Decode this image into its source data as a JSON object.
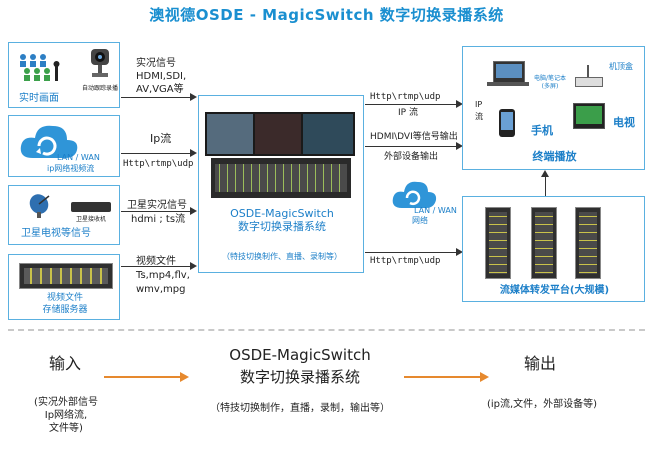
{
  "title": "澳视德OSDE - MagicSwitch 数字切换录播系统",
  "inputs": {
    "live": {
      "label": "实时画面",
      "signal": [
        "实况信号",
        "HDMI,SDI,",
        "AV,VGA等"
      ],
      "device_label": "自动跟踪录播"
    },
    "ip": {
      "cloud": [
        "LAN / WAN",
        "ip网络视频流"
      ],
      "signal": [
        "Ip流",
        "Http\\rtmp\\udp"
      ]
    },
    "satellite": {
      "label": "卫星电视等信号",
      "device_label": "卫星接收机",
      "signal": [
        "卫星实况信号",
        "hdmi ; ts流"
      ]
    },
    "file": {
      "label": [
        "视频文件",
        "存储服务器"
      ],
      "signal": [
        "视频文件",
        "Ts,mp4,flv,",
        "wmv,mpg"
      ]
    }
  },
  "center": {
    "name": "OSDE-MagicSwitch",
    "subtitle": "数字切换录播系统",
    "note": "（特技切换制作、直播、录制等）"
  },
  "outputs": {
    "proto1": [
      "Http\\rtmp\\udp",
      "IP 流"
    ],
    "proto2": [
      "HDMI\\DVI等信号输出",
      "外部设备输出"
    ],
    "proto3": "Http\\rtmp\\udp",
    "ip_flow": [
      "IP",
      "流"
    ],
    "terminal": {
      "pc": [
        "电脑/笔记本",
        "(多屏)"
      ],
      "stb": "机顶盒",
      "phone": "手机",
      "tv": "电视",
      "label": "终端播放"
    },
    "cloud": [
      "LAN / WAN",
      "网络"
    ],
    "streaming_label": "流媒体转发平台(大规模)"
  },
  "bottom": {
    "input": {
      "title": "输入",
      "desc": [
        "(实况外部信号",
        "Ip网络流,",
        "文件等)"
      ]
    },
    "center": {
      "title": [
        "OSDE-MagicSwitch",
        "数字切换录播系统"
      ],
      "desc": "（特技切换制作，直播，录制，输出等）"
    },
    "output": {
      "title": "输出",
      "desc": "(ip流,文件，外部设备等)"
    }
  },
  "colors": {
    "accent": "#1a8fd0",
    "arrow_orange": "#e6892e",
    "box_border": "#5ab0e0"
  }
}
